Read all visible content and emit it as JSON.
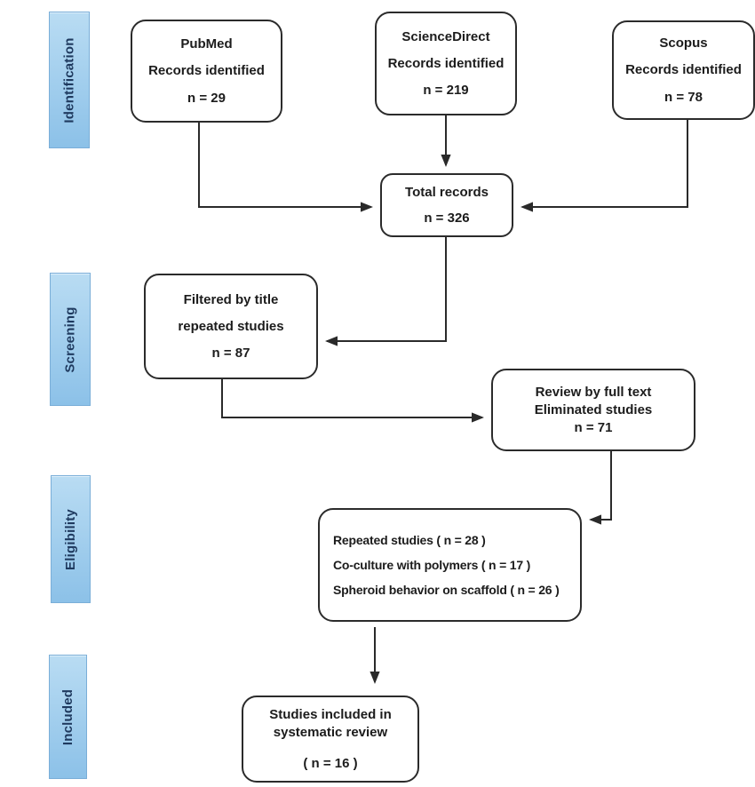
{
  "stages": [
    {
      "label": "Identification"
    },
    {
      "label": "Screening"
    },
    {
      "label": "Eligibility"
    },
    {
      "label": "Included"
    }
  ],
  "boxes": {
    "pubmed": {
      "lines": [
        "PubMed",
        "Records identified",
        "n = 29"
      ]
    },
    "sciencedirect": {
      "lines": [
        "ScienceDirect",
        "Records identified",
        "n = 219"
      ]
    },
    "scopus": {
      "lines": [
        "Scopus",
        "Records identified",
        "n = 78"
      ]
    },
    "total": {
      "lines": [
        "Total records",
        "n = 326"
      ]
    },
    "filtered": {
      "lines": [
        "Filtered by title",
        "repeated studies",
        "n = 87"
      ]
    },
    "review": {
      "lines": [
        "Review by full text",
        "Eliminated studies",
        "n = 71"
      ]
    },
    "exclusion": {
      "lines": [
        "Repeated studies ( n = 28 )",
        "Co-culture with polymers ( n = 17 )",
        "Spheroid behavior on scaffold ( n = 26 )"
      ]
    },
    "included": {
      "lines": [
        "Studies included in",
        "systematic review",
        "( n = 16 )"
      ]
    }
  },
  "colors": {
    "stage-fill-top": "#b9dcf3",
    "stage-fill-bottom": "#8cc1e8",
    "stage-border": "#7aaed8",
    "stage-text": "#1f3a5f",
    "box-border": "#2b2b2b",
    "box-text": "#1c1c1c",
    "connector": "#2a2a2a",
    "background": "#ffffff"
  }
}
